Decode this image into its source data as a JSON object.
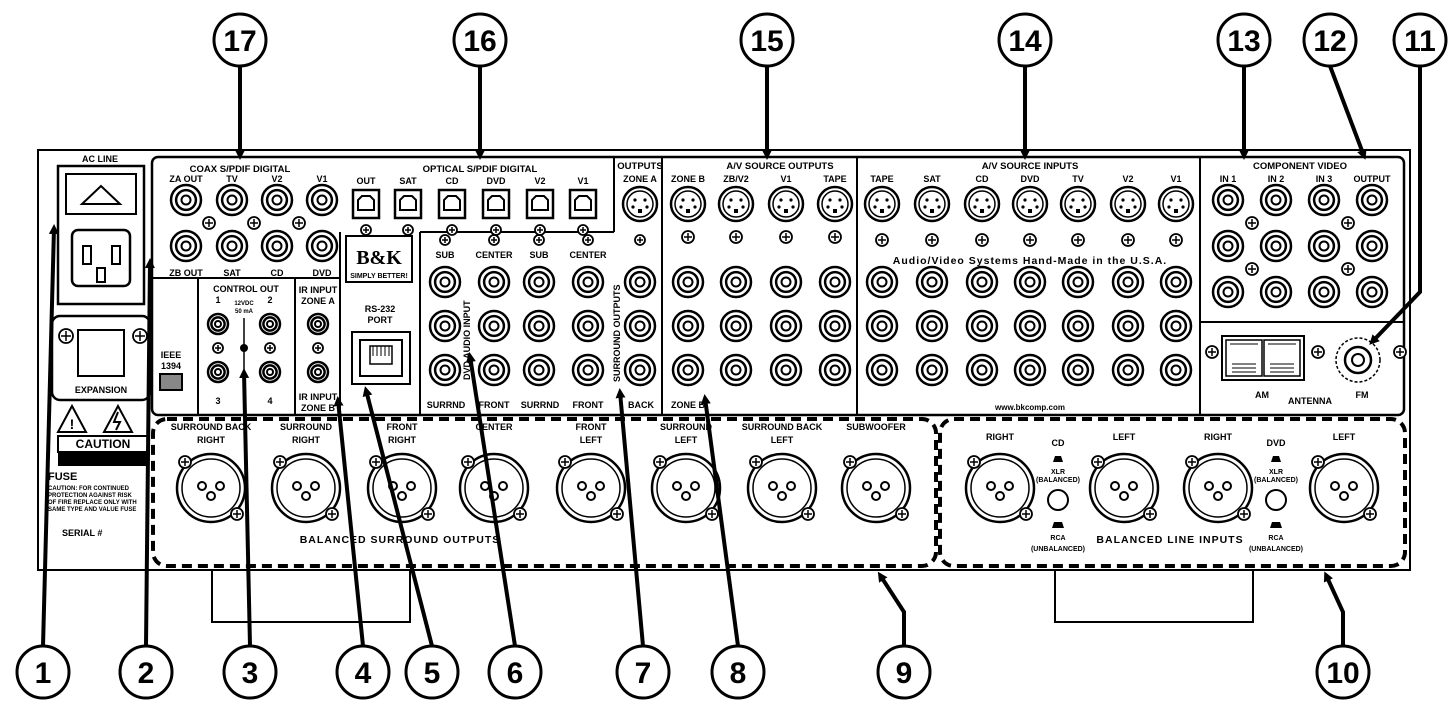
{
  "callouts": [
    "1",
    "2",
    "3",
    "4",
    "5",
    "6",
    "7",
    "8",
    "9",
    "10",
    "11",
    "12",
    "13",
    "14",
    "15",
    "16",
    "17"
  ],
  "ac": {
    "title": "AC LINE",
    "expansion": "EXPANSION",
    "caution": "CAUTION",
    "fuse": "FUSE",
    "fuse_l1": "CAUTION: FOR CONTINUED",
    "fuse_l2": "PROTECTION AGAINST RISK",
    "fuse_l3": "OF FIRE REPLACE ONLY WITH",
    "fuse_l4": "SAME TYPE AND VALUE FUSE",
    "serial": "SERIAL #"
  },
  "ieee": {
    "l1": "IEEE",
    "l2": "1394"
  },
  "coax": {
    "title": "COAX S/PDIF DIGITAL",
    "top": [
      "ZA OUT",
      "TV",
      "V2",
      "V1"
    ],
    "bottom": [
      "ZB OUT",
      "SAT",
      "CD",
      "DVD"
    ]
  },
  "optical": {
    "title": "OPTICAL S/PDIF DIGITAL",
    "labels": [
      "OUT",
      "SAT",
      "CD",
      "DVD",
      "V2",
      "V1"
    ]
  },
  "brand": {
    "logo": "B&K",
    "tag": "SIMPLY BETTER!"
  },
  "control": {
    "title": "CONTROL OUT",
    "n1": "1",
    "n2": "2",
    "n3": "3",
    "n4": "4",
    "v": "12VDC",
    "ma": "50 mA"
  },
  "ir": {
    "a1": "IR INPUT",
    "a2": "ZONE A",
    "b1": "IR INPUT",
    "b2": "ZONE B"
  },
  "rs232": {
    "l1": "RS-232",
    "l2": "PORT"
  },
  "dvdin": {
    "top": [
      "SUB",
      "CENTER"
    ],
    "bottom": [
      "SURRND",
      "FRONT"
    ],
    "vert": "DVD AUDIO INPUT"
  },
  "surr": {
    "top": [
      "SUB",
      "CENTER"
    ],
    "bottom": [
      "SURRND",
      "FRONT"
    ],
    "vert": "SURROUND OUTPUTS",
    "back": "BACK"
  },
  "outputs": {
    "title": "OUTPUTS",
    "zonea": "ZONE A",
    "zoneb": "ZONE B"
  },
  "avout": {
    "title": "A/V SOURCE OUTPUTS",
    "labels": [
      "ZONE B",
      "ZB/V2",
      "V1",
      "TAPE"
    ]
  },
  "avin": {
    "title": "A/V SOURCE INPUTS",
    "labels": [
      "TAPE",
      "SAT",
      "CD",
      "DVD",
      "TV",
      "V2",
      "V1"
    ],
    "made": "Audio/Video Systems Hand-Made in the U.S.A.",
    "url": "www.bkcomp.com"
  },
  "comp": {
    "title": "COMPONENT VIDEO",
    "labels": [
      "IN 1",
      "IN 2",
      "IN 3",
      "OUTPUT"
    ]
  },
  "antenna": {
    "am": "AM",
    "ant": "ANTENNA",
    "fm": "FM"
  },
  "xlr": {
    "labels": [
      [
        "SURROUND BACK",
        "RIGHT"
      ],
      [
        "SURROUND",
        "RIGHT"
      ],
      [
        "FRONT",
        "RIGHT"
      ],
      [
        "CENTER",
        ""
      ],
      [
        "FRONT",
        "LEFT"
      ],
      [
        "SURROUND",
        "LEFT"
      ],
      [
        "SURROUND BACK",
        "LEFT"
      ],
      [
        "SUBWOOFER",
        ""
      ]
    ],
    "caption": "BALANCED SURROUND OUTPUTS"
  },
  "linein": {
    "r1": "RIGHT",
    "l1": "LEFT",
    "cd": "CD",
    "r2": "RIGHT",
    "l2": "LEFT",
    "dvd": "DVD",
    "xlr": "XLR",
    "bal": "(BALANCED)",
    "rca": "RCA",
    "unbal": "(UNBALANCED)",
    "caption": "BALANCED LINE INPUTS"
  }
}
